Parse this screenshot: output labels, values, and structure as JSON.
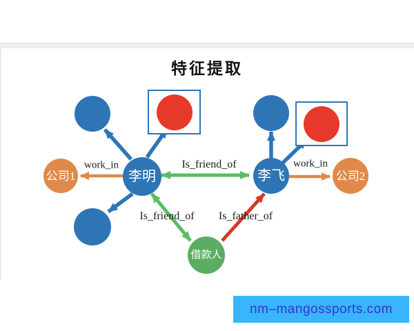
{
  "title": "特征提取",
  "graph": {
    "nodes": {
      "company1": {
        "label": "公司1"
      },
      "liming": {
        "label": "李明"
      },
      "lifei": {
        "label": "李飞"
      },
      "company2": {
        "label": "公司2"
      },
      "borrower": {
        "label": "借款人"
      }
    },
    "edges": {
      "work_in_left": {
        "label": "work_in"
      },
      "friend_horizontal": {
        "label": "Is_friend_of"
      },
      "work_in_right": {
        "label": "work_in"
      },
      "friend_diagonal": {
        "label": "Is_friend_of"
      },
      "father": {
        "label": "Is_father_of"
      }
    }
  },
  "watermark": {
    "text": "nm–mangossports.com"
  },
  "colors": {
    "node_blue": "#2e75b6",
    "node_red": "#e6392b",
    "node_orange": "#df8a4a",
    "node_green": "#5cad63",
    "arrow_green": "#5abc63",
    "arrow_red": "#cf3a2c",
    "arrow_orange": "#df8a4a",
    "banner_bg": "#38b5fb",
    "banner_text": "#3733cd"
  }
}
